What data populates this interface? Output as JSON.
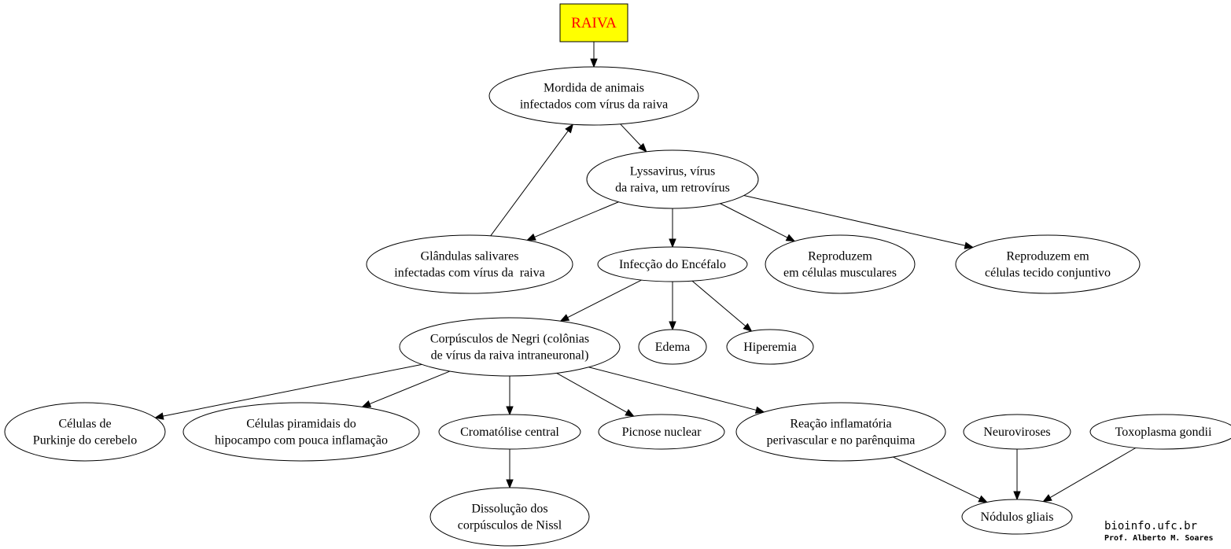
{
  "diagram": {
    "root": {
      "id": "raiva",
      "label": "RAIVA"
    },
    "nodes": [
      {
        "id": "mordida",
        "lines": [
          "Mordida de animais",
          "infectados com vírus da raiva"
        ]
      },
      {
        "id": "lyssavirus",
        "lines": [
          "Lyssavirus, vírus",
          "da raiva, um retrovírus"
        ]
      },
      {
        "id": "glandulas",
        "lines": [
          "Glândulas salivares",
          "infectadas com vírus da  raiva"
        ]
      },
      {
        "id": "infeccao",
        "lines": [
          "Infecção do Encéfalo"
        ]
      },
      {
        "id": "musculares",
        "lines": [
          "Reproduzem",
          "em células musculares"
        ]
      },
      {
        "id": "conjuntivo",
        "lines": [
          "Reproduzem em",
          "células tecido conjuntivo"
        ]
      },
      {
        "id": "negri",
        "lines": [
          "Corpúsculos de Negri (colônias",
          "de vírus da raiva intraneuronal)"
        ]
      },
      {
        "id": "edema",
        "lines": [
          "Edema"
        ]
      },
      {
        "id": "hiperemia",
        "lines": [
          "Hiperemia"
        ]
      },
      {
        "id": "purkinje",
        "lines": [
          "Células de",
          "Purkinje do cerebelo"
        ]
      },
      {
        "id": "piramidais",
        "lines": [
          "Células piramidais do",
          "hipocampo com pouca inflamação"
        ]
      },
      {
        "id": "cromatolise",
        "lines": [
          "Cromatólise central"
        ]
      },
      {
        "id": "picnose",
        "lines": [
          "Picnose nuclear"
        ]
      },
      {
        "id": "reacao",
        "lines": [
          "Reação inflamatória",
          "perivascular e no parênquima"
        ]
      },
      {
        "id": "neuroviroses",
        "lines": [
          "Neuroviroses"
        ]
      },
      {
        "id": "toxoplasma",
        "lines": [
          "Toxoplasma gondii"
        ]
      },
      {
        "id": "nissl",
        "lines": [
          "Dissolução dos",
          "corpúsculos de Nissl"
        ]
      },
      {
        "id": "nodulos",
        "lines": [
          "Nódulos gliais"
        ]
      }
    ],
    "edges": [
      {
        "from": "raiva",
        "to": "mordida"
      },
      {
        "from": "mordida",
        "to": "lyssavirus"
      },
      {
        "from": "lyssavirus",
        "to": "glandulas"
      },
      {
        "from": "lyssavirus",
        "to": "infeccao"
      },
      {
        "from": "lyssavirus",
        "to": "musculares"
      },
      {
        "from": "lyssavirus",
        "to": "conjuntivo"
      },
      {
        "from": "glandulas",
        "to": "mordida"
      },
      {
        "from": "infeccao",
        "to": "negri"
      },
      {
        "from": "infeccao",
        "to": "edema"
      },
      {
        "from": "infeccao",
        "to": "hiperemia"
      },
      {
        "from": "negri",
        "to": "purkinje"
      },
      {
        "from": "negri",
        "to": "piramidais"
      },
      {
        "from": "negri",
        "to": "cromatolise"
      },
      {
        "from": "negri",
        "to": "picnose"
      },
      {
        "from": "negri",
        "to": "reacao"
      },
      {
        "from": "cromatolise",
        "to": "nissl"
      },
      {
        "from": "reacao",
        "to": "nodulos"
      },
      {
        "from": "neuroviroses",
        "to": "nodulos"
      },
      {
        "from": "toxoplasma",
        "to": "nodulos"
      }
    ],
    "colors": {
      "root_fill": "#ffff00",
      "root_text": "#ff0000",
      "line": "#000000"
    }
  },
  "credits": {
    "site": "bioinfo.ufc.br",
    "author": "Prof. Alberto M. Soares"
  }
}
